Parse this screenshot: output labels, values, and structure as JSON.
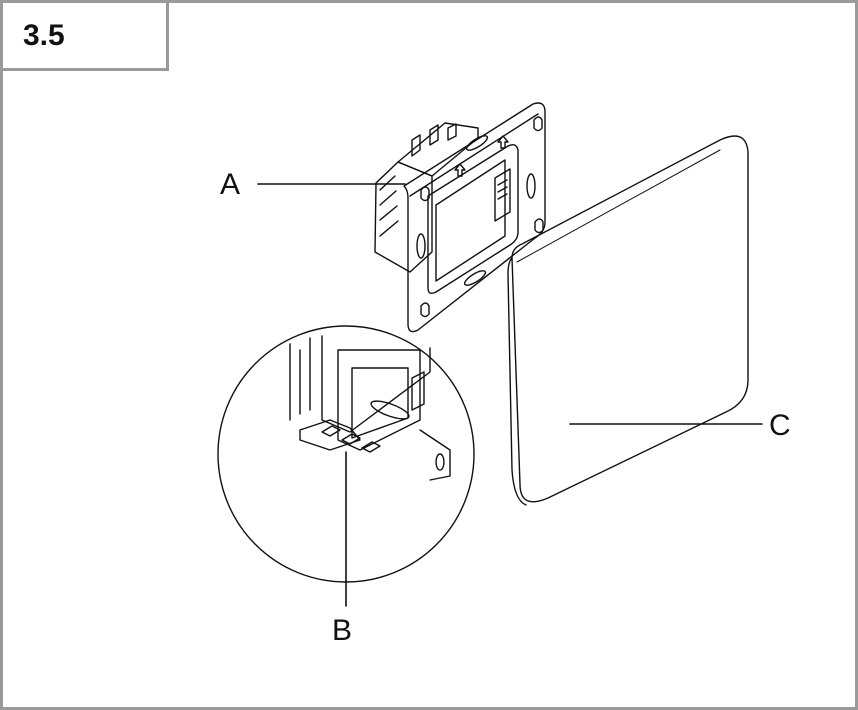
{
  "step": "3.5",
  "callouts": {
    "a": "A",
    "b": "B",
    "c": "C"
  },
  "colors": {
    "frame": "#9a9a9a",
    "ink": "#111111"
  }
}
